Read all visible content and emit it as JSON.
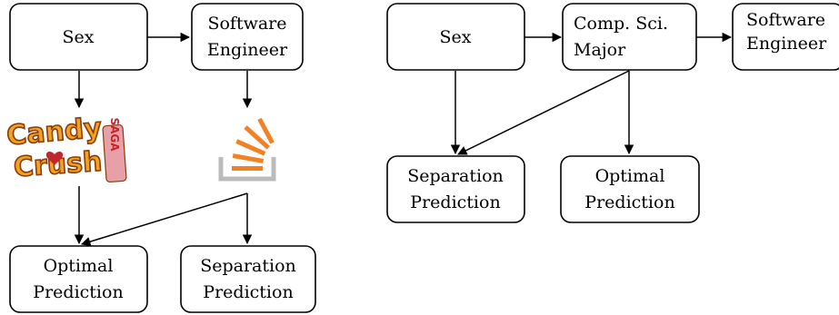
{
  "left_diagram": {
    "nodes": {
      "sex": [
        "Sex"
      ],
      "software_engineer": [
        "Software",
        "Engineer"
      ],
      "optimal_prediction": [
        "Optimal",
        "Prediction"
      ],
      "separation_prediction": [
        "Separation",
        "Prediction"
      ]
    },
    "icons": {
      "candy_crush": {
        "lines": [
          "Candy",
          "Crush"
        ],
        "tag": "SAGA"
      },
      "stack_overflow": {
        "name": "stack-overflow-logo"
      }
    }
  },
  "right_diagram": {
    "nodes": {
      "sex": [
        "Sex"
      ],
      "comp_sci_major": [
        "Comp. Sci.",
        "Major"
      ],
      "software_engineer": [
        "Software",
        "Engineer"
      ],
      "separation_prediction": [
        "Separation",
        "Prediction"
      ],
      "optimal_prediction": [
        "Optimal",
        "Prediction"
      ]
    }
  },
  "colors": {
    "candy_orange": "#f2a21b",
    "candy_red": "#c0262b",
    "candy_pink": "#e8a0a8",
    "stack_orange": "#f48024",
    "stack_gray": "#bcbbbb"
  }
}
